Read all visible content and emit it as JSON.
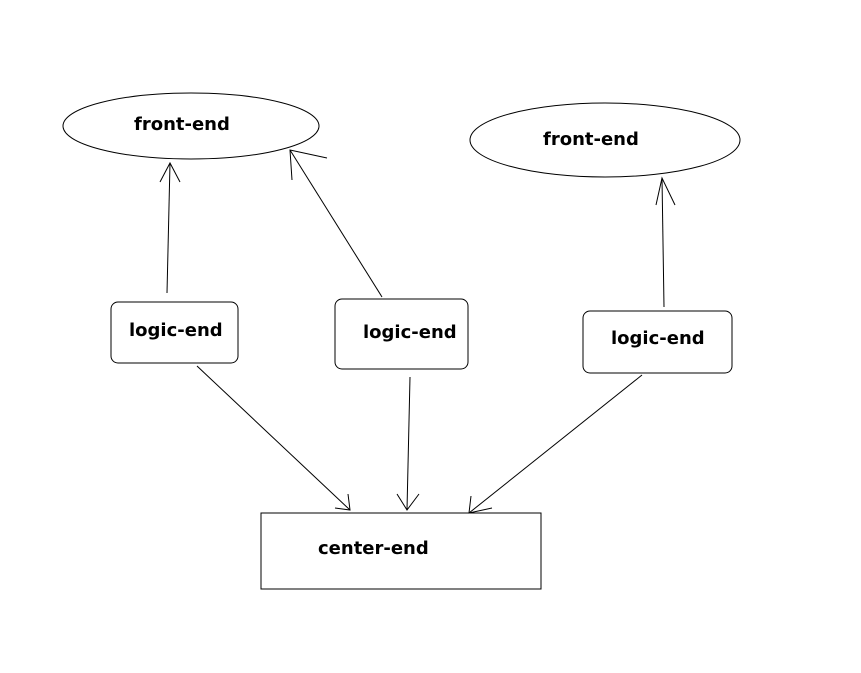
{
  "nodes": {
    "front_end_left": "front-end",
    "front_end_right": "front-end",
    "logic_end_left": "logic-end",
    "logic_end_middle": "logic-end",
    "logic_end_right": "logic-end",
    "center_end": "center-end"
  },
  "colors": {
    "stroke": "#000000",
    "background": "#ffffff"
  }
}
